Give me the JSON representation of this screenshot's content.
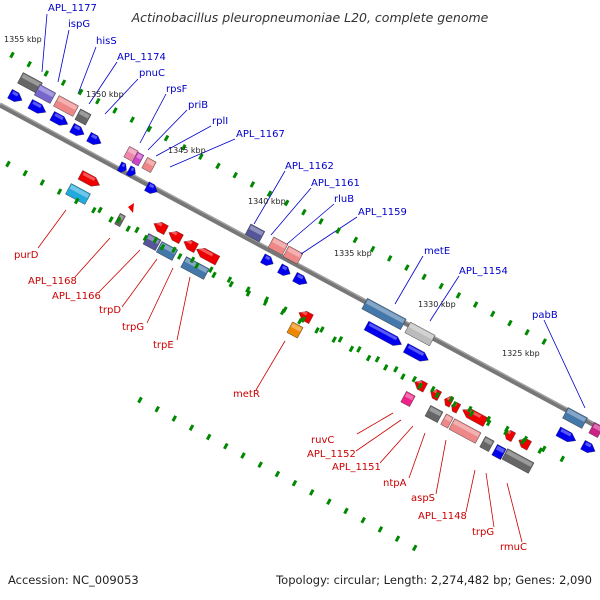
{
  "title": "Actinobacillus pleuropneumoniae L20, complete genome",
  "footer": {
    "accession": "Accession: NC_009053",
    "summary": "Topology: circular; Length: 2,274,482 bp; Genes: 2,090"
  },
  "colors": {
    "forward_label": "#0000cc",
    "reverse_label": "#cc0000",
    "forward_cds": "#0000ee",
    "reverse_cds": "#ee0000",
    "backbone": "#777777",
    "tick": "#008800"
  },
  "ticks": [
    "1355 kbp",
    "1350 kbp",
    "1345 kbp",
    "1340 kbp",
    "1335 kbp",
    "1330 kbp",
    "1325 kbp"
  ],
  "forward_genes": [
    "APL_1177",
    "ispG",
    "hisS",
    "APL_1174",
    "pnuC",
    "rpsF",
    "priB",
    "rplI",
    "APL_1167",
    "APL_1162",
    "APL_1161",
    "rluB",
    "APL_1159",
    "metE",
    "APL_1154",
    "pabB"
  ],
  "reverse_genes": [
    "purD",
    "APL_1168",
    "APL_1166",
    "trpD",
    "trpG",
    "trpE",
    "metR",
    "ruvC",
    "APL_1152",
    "APL_1151",
    "ntpA",
    "aspS",
    "APL_1148",
    "trpG",
    "rmuC"
  ]
}
